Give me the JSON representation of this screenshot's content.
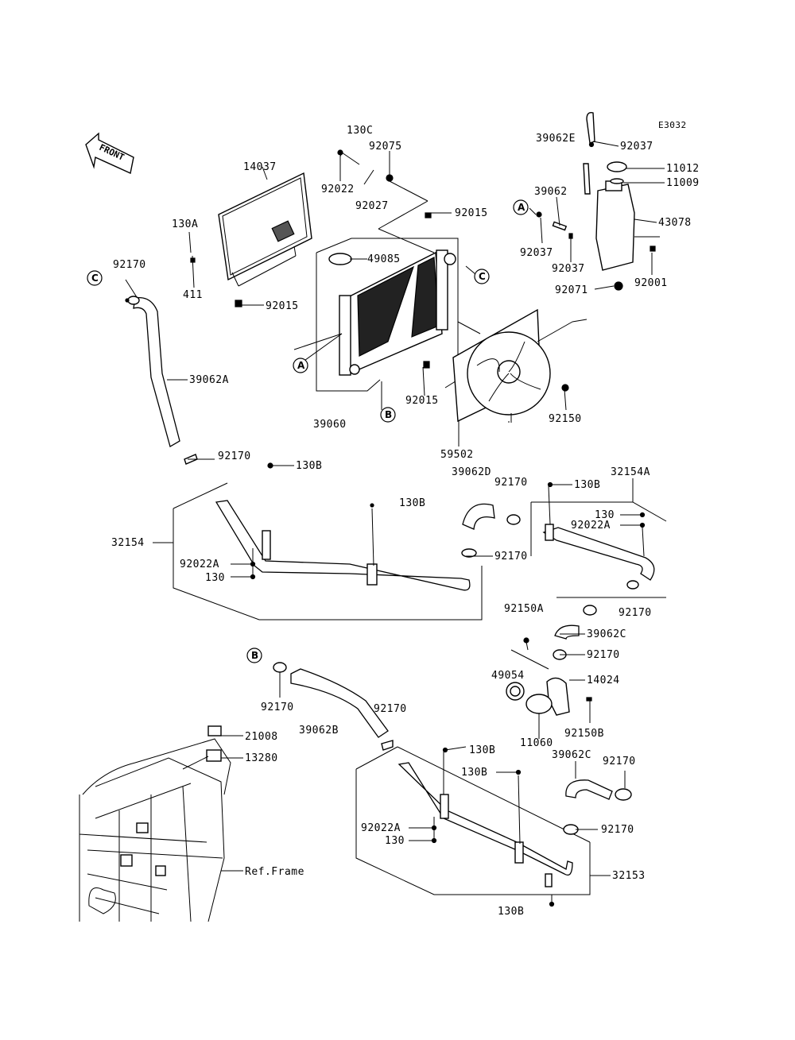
{
  "diagram_code": "E3032",
  "front_label": "FRONT",
  "ref_labels": [
    "A",
    "B",
    "C"
  ],
  "labels": {
    "l130C": "130C",
    "l92075": "92075",
    "l14037": "14037",
    "l92022": "92022",
    "l92027": "92027",
    "l92015a": "92015",
    "l130A": "130A",
    "l49085": "49085",
    "l92170a": "92170",
    "l411": "411",
    "l92015b": "92015",
    "l39062A": "39062A",
    "l92015c": "92015",
    "l39060": "39060",
    "l39062E": "39062E",
    "l92037a": "92037",
    "l11012": "11012",
    "l11009": "11009",
    "l39062": "39062",
    "l43078": "43078",
    "l92037b": "92037",
    "l92037c": "92037",
    "l92001": "92001",
    "l92071": "92071",
    "l92150": "92150",
    "l59502": "59502",
    "l92170b": "92170",
    "l130B_a": "130B",
    "l130B_b": "130B",
    "l32154": "32154",
    "l92022A_a": "92022A",
    "l130_a": "130",
    "l39062D": "39062D",
    "l92170c": "92170",
    "l130B_c": "130B",
    "l32154A": "32154A",
    "l130_b": "130",
    "l92022A_b": "92022A",
    "l92170d": "92170",
    "l92170e": "92170",
    "l92150A": "92150A",
    "l39062C_a": "39062C",
    "l92170f": "92170",
    "l49054": "49054",
    "l14024": "14024",
    "l92170g": "92170",
    "l92170h": "92170",
    "l39062B": "39062B",
    "l11060": "11060",
    "l92150B": "92150B",
    "l21008": "21008",
    "l13280": "13280",
    "l130B_d": "130B",
    "l130B_e": "130B",
    "l39062C_b": "39062C",
    "l92170i": "92170",
    "l92022A_c": "92022A",
    "l130_c": "130",
    "l92170j": "92170",
    "lRefFrame": "Ref.Frame",
    "l32153": "32153",
    "l130B_f": "130B"
  }
}
